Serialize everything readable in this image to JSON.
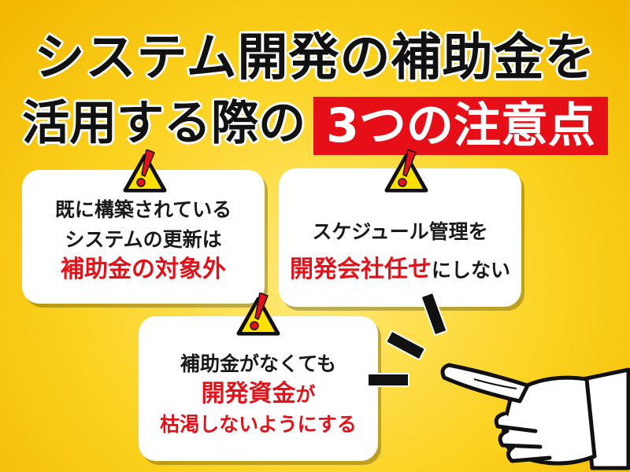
{
  "title": {
    "line1": "システム開発の補助金を",
    "line2_plain": "活用する際の",
    "line2_highlight": "3つの注意点"
  },
  "cards": [
    {
      "lines": [
        "既に構築されている",
        "システムの更新は"
      ],
      "highlight": "補助金の対象外"
    },
    {
      "line_top": "スケジュール管理を",
      "highlight": "開発会社任せ",
      "after_highlight": "にしない"
    },
    {
      "line_top": "補助金がなくても",
      "highlight_main": "開発資金",
      "highlight_suffix": "が",
      "line_bottom_highlight": "枯渇",
      "line_bottom_rest": "しないようにする"
    }
  ],
  "icons": {
    "warning": "warning-icon",
    "pointer": "pointing-hand-icon"
  },
  "colors": {
    "background": "#fbd21f",
    "accent_red": "#e60f18",
    "card": "#ffffff",
    "warning_yellow": "#ffe000"
  }
}
